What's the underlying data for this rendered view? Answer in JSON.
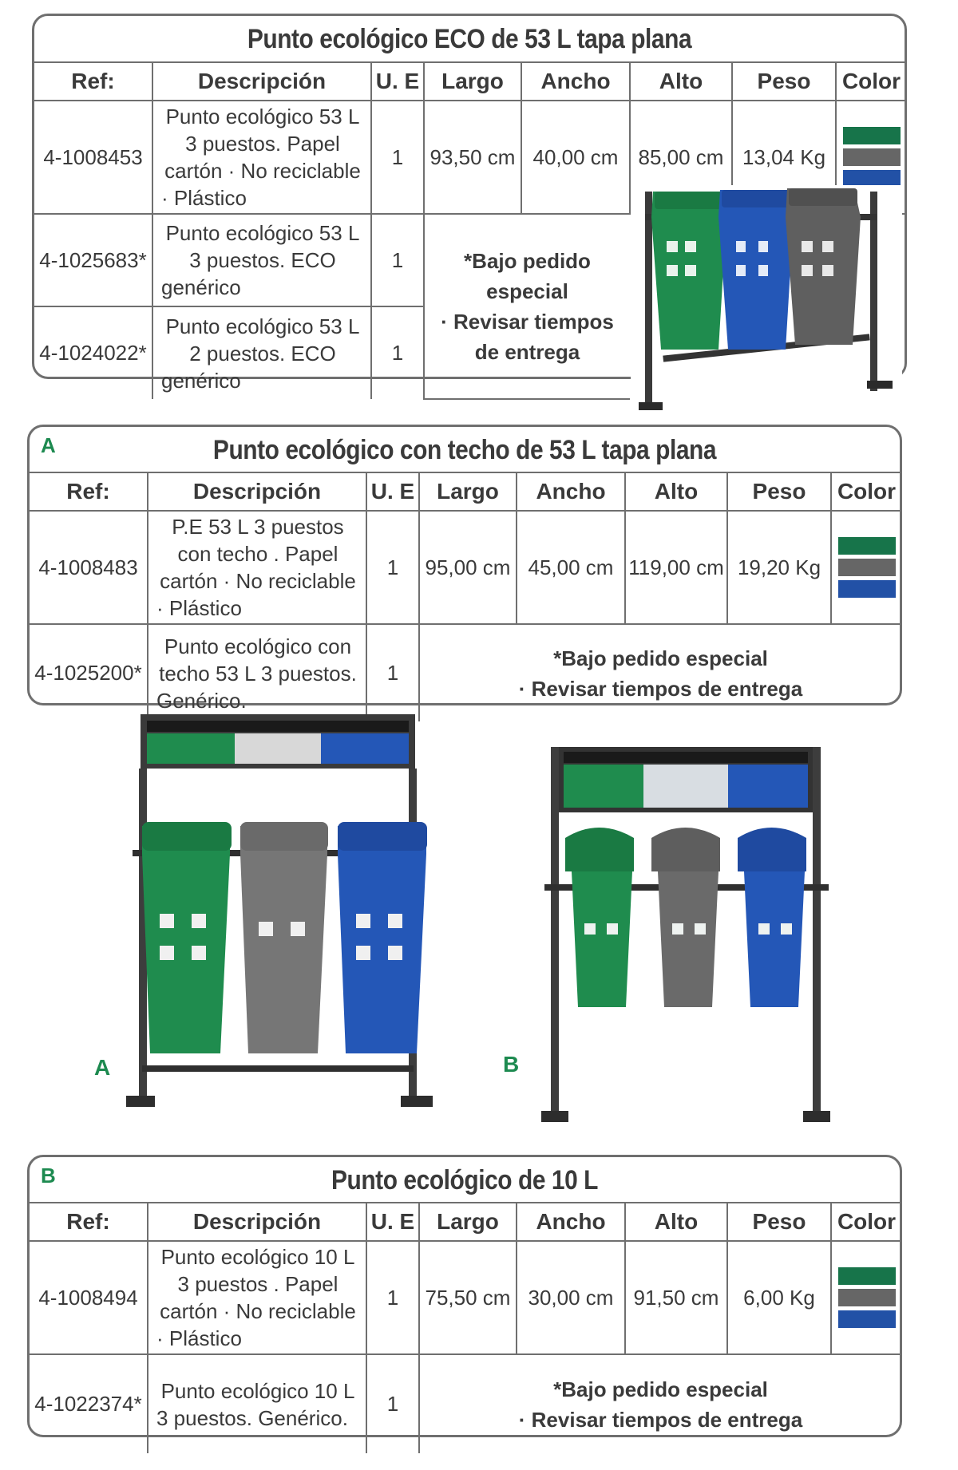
{
  "colors": {
    "green": "#17744a",
    "gray": "#666666",
    "blue": "#2251a6",
    "brand": "#1d8a50"
  },
  "headers": [
    "Ref:",
    "Descripción",
    "U. E",
    "Largo",
    "Ancho",
    "Alto",
    "Peso",
    "Color"
  ],
  "section1": {
    "title": "Punto ecológico ECO de 53 L tapa plana",
    "rows": [
      {
        "ref": "4-1008453",
        "desc": "Punto ecológico 53 L 3 puestos. Papel cartón · No reciclable · Plástico",
        "ue": "1",
        "largo": "93,50 cm",
        "ancho": "40,00 cm",
        "alto": "85,00 cm",
        "peso": "13,04 Kg"
      },
      {
        "ref": "4-1025683*",
        "desc": "Punto ecológico 53 L 3 puestos. ECO genérico",
        "ue": "1"
      },
      {
        "ref": "4-1024022*",
        "desc": "Punto ecológico 53 L 2 puestos. ECO genérico",
        "ue": "1"
      }
    ],
    "note_line1": "*Bajo pedido",
    "note_line2": "especial",
    "note_line3": "· Revisar tiempos",
    "note_line4": "de entrega"
  },
  "section2": {
    "letter": "A",
    "title": "Punto ecológico con techo de 53 L tapa plana",
    "rows": [
      {
        "ref": "4-1008483",
        "desc": "P.E 53 L 3 puestos con techo . Papel cartón · No reciclable · Plástico",
        "ue": "1",
        "largo": "95,00 cm",
        "ancho": "45,00 cm",
        "alto": "119,00 cm",
        "peso": "19,20 Kg"
      },
      {
        "ref": "4-1025200*",
        "desc": "Punto ecológico con techo 53 L 3 puestos. Genérico.",
        "ue": "1"
      }
    ],
    "note_line1": "*Bajo pedido especial",
    "note_line2": "· Revisar tiempos de entrega"
  },
  "section3": {
    "letter": "B",
    "title": "Punto ecológico de 10 L",
    "rows": [
      {
        "ref": "4-1008494",
        "desc": "Punto ecológico 10 L 3 puestos . Papel cartón · No reciclable · Plástico",
        "ue": "1",
        "largo": "75,50 cm",
        "ancho": "30,00 cm",
        "alto": "91,50 cm",
        "peso": "6,00 Kg"
      },
      {
        "ref": "4-1022374*",
        "desc": "Punto ecológico 10 L 3 puestos. Genérico.",
        "ue": "1"
      }
    ],
    "note_line1": "*Bajo pedido especial",
    "note_line2": "· Revisar tiempos de entrega"
  },
  "photos": {
    "label_a": "A",
    "label_b": "B"
  }
}
